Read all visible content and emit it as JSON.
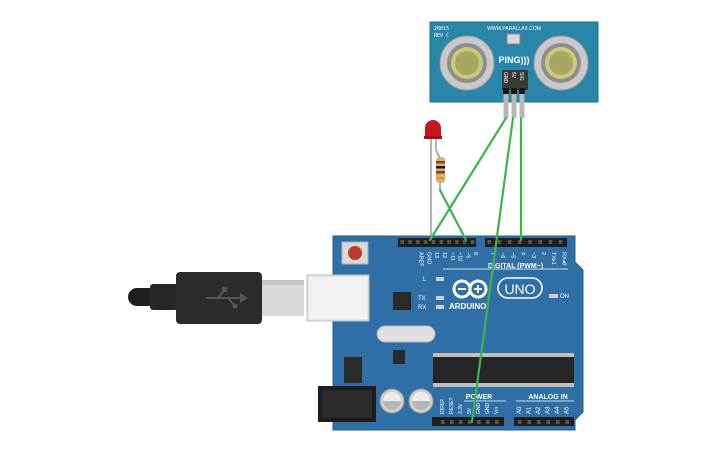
{
  "sensor": {
    "part_number": "28015",
    "revision": "REV C",
    "url": "WWW.PARALLAX.COM",
    "brand": "PING)))",
    "pins": [
      "GND",
      "5V",
      "SIG"
    ]
  },
  "board": {
    "brand": "ARDUINO",
    "model": "UNO",
    "digital_header_label": "DIGITAL (PWM~)",
    "digital_pins": [
      "AREF",
      "GND",
      "13",
      "12",
      "~11",
      "~10",
      "~9",
      "8",
      "7",
      "~6",
      "~5",
      "4",
      "~3",
      "2",
      "TX▸1",
      "RX◂0"
    ],
    "power_label": "POWER",
    "power_pins": [
      "IOREF",
      "RESET",
      "3.3V",
      "5V",
      "GND",
      "GND",
      "Vin"
    ],
    "analog_label": "ANALOG IN",
    "analog_pins": [
      "A0",
      "A1",
      "A2",
      "A3",
      "A4",
      "A5"
    ],
    "led_labels": {
      "l": "L",
      "tx": "TX",
      "rx": "RX",
      "on": "ON"
    }
  },
  "colors": {
    "board": "#2f6fa6",
    "sensor": "#2a86a8",
    "wire": "#3cb54a",
    "led": "#c4161c"
  }
}
